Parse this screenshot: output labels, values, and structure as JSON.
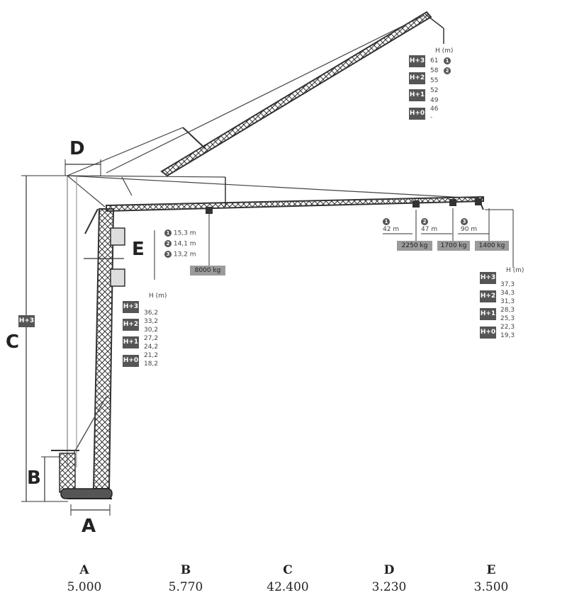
{
  "dimension_letters": {
    "A": "A",
    "B": "B",
    "C": "C",
    "D": "D",
    "E": "E"
  },
  "mast_badge": "H+3",
  "height_caption": "H (m)",
  "raised_jib_table": {
    "rows": [
      {
        "badge": "H+3",
        "values": [
          "61",
          "58"
        ],
        "markers": [
          "1",
          "2"
        ]
      },
      {
        "badge": "H+2",
        "values": [
          "55"
        ],
        "markers": []
      },
      {
        "badge": "H+1",
        "values": [
          "52",
          "49"
        ],
        "markers": []
      },
      {
        "badge": "H+0",
        "values": [
          "46",
          "-"
        ],
        "markers": []
      }
    ]
  },
  "cab_table": {
    "rows": [
      {
        "badge": "H+3",
        "values": [
          "36,2",
          "33,2"
        ]
      },
      {
        "badge": "H+2",
        "values": [
          "30,2"
        ]
      },
      {
        "badge": "H+1",
        "values": [
          "27,2",
          "24,2"
        ]
      },
      {
        "badge": "H+0",
        "values": [
          "21,2",
          "18,2"
        ]
      }
    ]
  },
  "jib_tip_table": {
    "rows": [
      {
        "badge": "H+3",
        "values": [
          "37,3",
          "34,3"
        ]
      },
      {
        "badge": "H+2",
        "values": [
          "31,3"
        ]
      },
      {
        "badge": "H+1",
        "values": [
          "28,3",
          "25,3"
        ]
      },
      {
        "badge": "H+0",
        "values": [
          "22,3",
          "19,3"
        ]
      }
    ]
  },
  "min_radius": [
    {
      "marker": "1",
      "value": "15,3 m"
    },
    {
      "marker": "2",
      "value": "14,1 m"
    },
    {
      "marker": "3",
      "value": "13,2 m"
    }
  ],
  "max_load": "8000 kg",
  "jib_lengths": [
    {
      "marker": "1",
      "length": "42 m",
      "load": "2250 kg"
    },
    {
      "marker": "2",
      "length": "47 m",
      "load": "1700 kg"
    },
    {
      "marker": "3",
      "length": "90 m",
      "load": "1400 kg"
    }
  ],
  "dimensions_table": [
    {
      "label": "A",
      "value": "5.000"
    },
    {
      "label": "B",
      "value": "5.770"
    },
    {
      "label": "C",
      "value": "42.400"
    },
    {
      "label": "D",
      "value": "3.230"
    },
    {
      "label": "E",
      "value": "3.500"
    }
  ]
}
